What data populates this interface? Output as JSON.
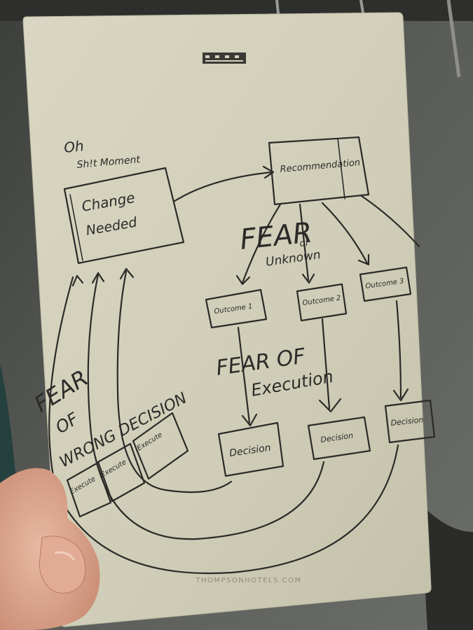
{
  "notepad": {
    "logo": "ᕼᕼᕼ",
    "footer": "THOMPSONHOTELS.COM"
  },
  "sketch": {
    "oh": "Oh",
    "moment": "Sh!t Moment",
    "change_line1": "Change",
    "change_line2": "Needed",
    "recommendation": "Recommendation",
    "fear_unknown_big": "FEAR",
    "fear_unknown_of": "of",
    "fear_unknown_word": "Unknown",
    "outcome1": "Outcome 1",
    "outcome2": "Outcome 2",
    "outcome3": "Outcome 3",
    "fear_exec_1": "FEAR OF",
    "fear_exec_2": "Execution",
    "fear_wrong_1": "FEAR",
    "fear_wrong_2": "OF",
    "fear_wrong_3": "WRONG DECISION",
    "decision1": "Decision",
    "decision2": "Decision",
    "decision3": "Decision",
    "execute1": "Execute",
    "execute2": "Execute",
    "execute3": "Execute"
  }
}
